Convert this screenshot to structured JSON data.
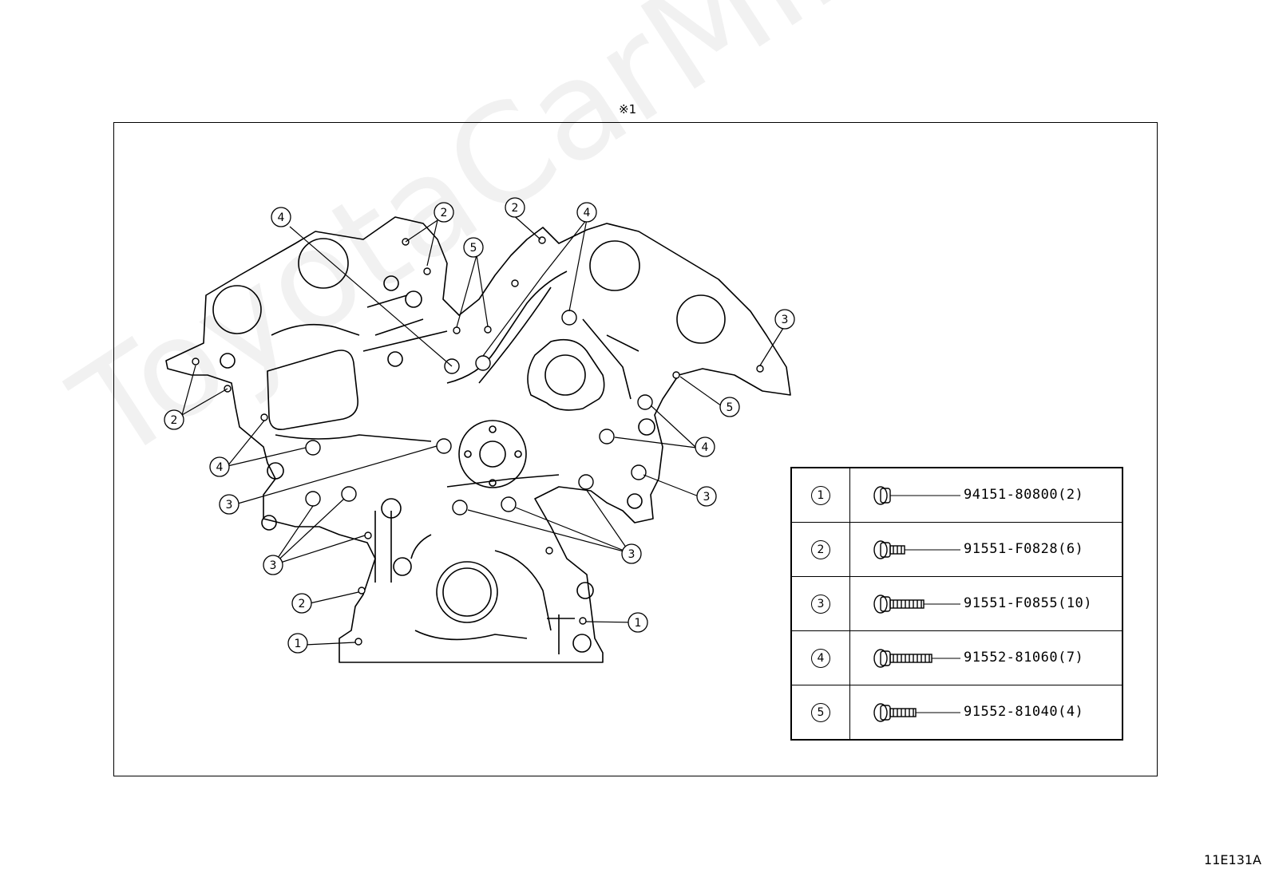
{
  "header_note": "※1",
  "figure_id": "11E131A",
  "watermark": "ToyotaCarMine.ru",
  "callouts": [
    "1",
    "2",
    "3",
    "4",
    "5"
  ],
  "legend": [
    {
      "num": "1",
      "part": "94151-80800(2)"
    },
    {
      "num": "2",
      "part": "91551-F0828(6)"
    },
    {
      "num": "3",
      "part": "91551-F0855(10)"
    },
    {
      "num": "4",
      "part": "91552-81060(7)"
    },
    {
      "num": "5",
      "part": "91552-81040(4)"
    }
  ]
}
